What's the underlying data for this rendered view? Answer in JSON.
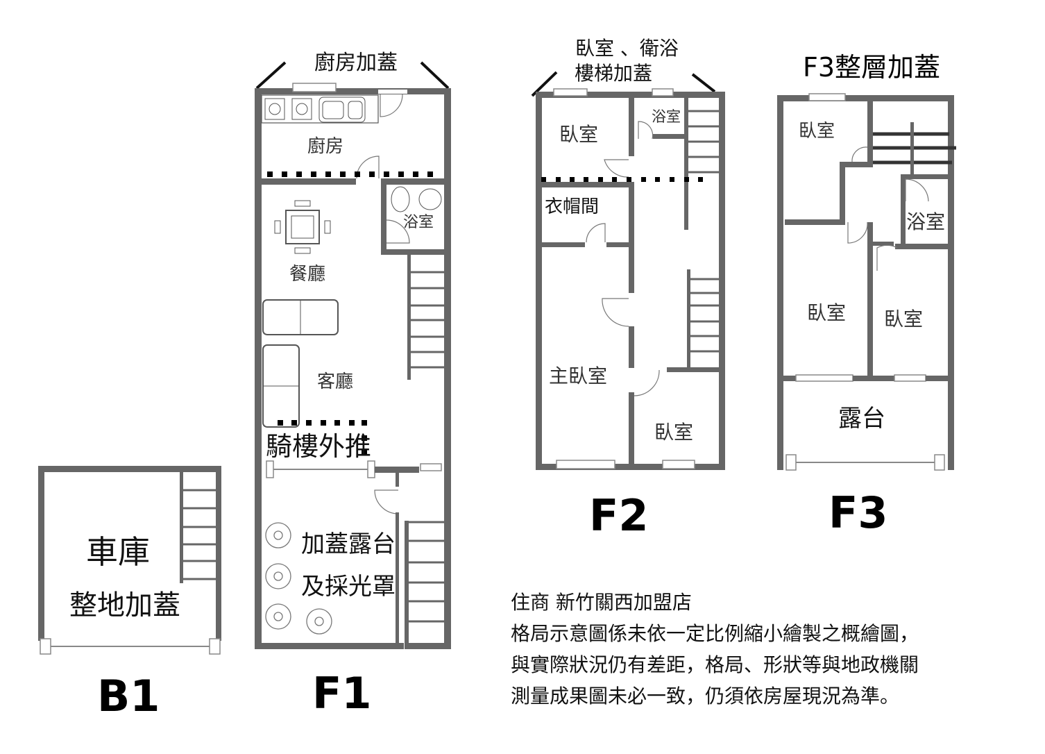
{
  "title": "格局示意圖",
  "floors": {
    "b1": {
      "label": "B1",
      "rooms": {
        "garage": "車庫",
        "garage_note": "整地加蓋"
      }
    },
    "f1": {
      "label": "F1",
      "annotation_top": "廚房加蓋",
      "rooms": {
        "kitchen": "廚房",
        "bathroom": "浴室",
        "dining": "餐廳",
        "living": "客廳",
        "arcade": "騎樓外推",
        "terrace": "加蓋露台",
        "terrace_line2": "及採光罩"
      }
    },
    "f2": {
      "label": "F2",
      "annotation_top_line1": "臥室 、衛浴",
      "annotation_top_line2": "樓梯加蓋",
      "rooms": {
        "bedroom_1": "臥室",
        "bathroom": "浴室",
        "closet": "衣帽間",
        "master": "主臥室",
        "bedroom_2": "臥室"
      }
    },
    "f3": {
      "label": "F3",
      "annotation_top": "F3整層加蓋",
      "rooms": {
        "bedroom_1": "臥室",
        "bathroom": "浴室",
        "bedroom_2": "臥室",
        "bedroom_3": "臥室",
        "balcony": "露台"
      }
    }
  },
  "footer": {
    "agency": "住商 新竹關西加盟店",
    "disclaimer_lines": [
      "格局示意圖係未依一定比例縮小繪製之概繪圖，",
      "與實際狀況仍有差距，格局、形狀等與地政機關",
      "測量成果圖未必一致，仍須依房屋現況為準。"
    ]
  },
  "colors": {
    "wall": "#666666",
    "text": "#111111",
    "background": "#ffffff"
  }
}
